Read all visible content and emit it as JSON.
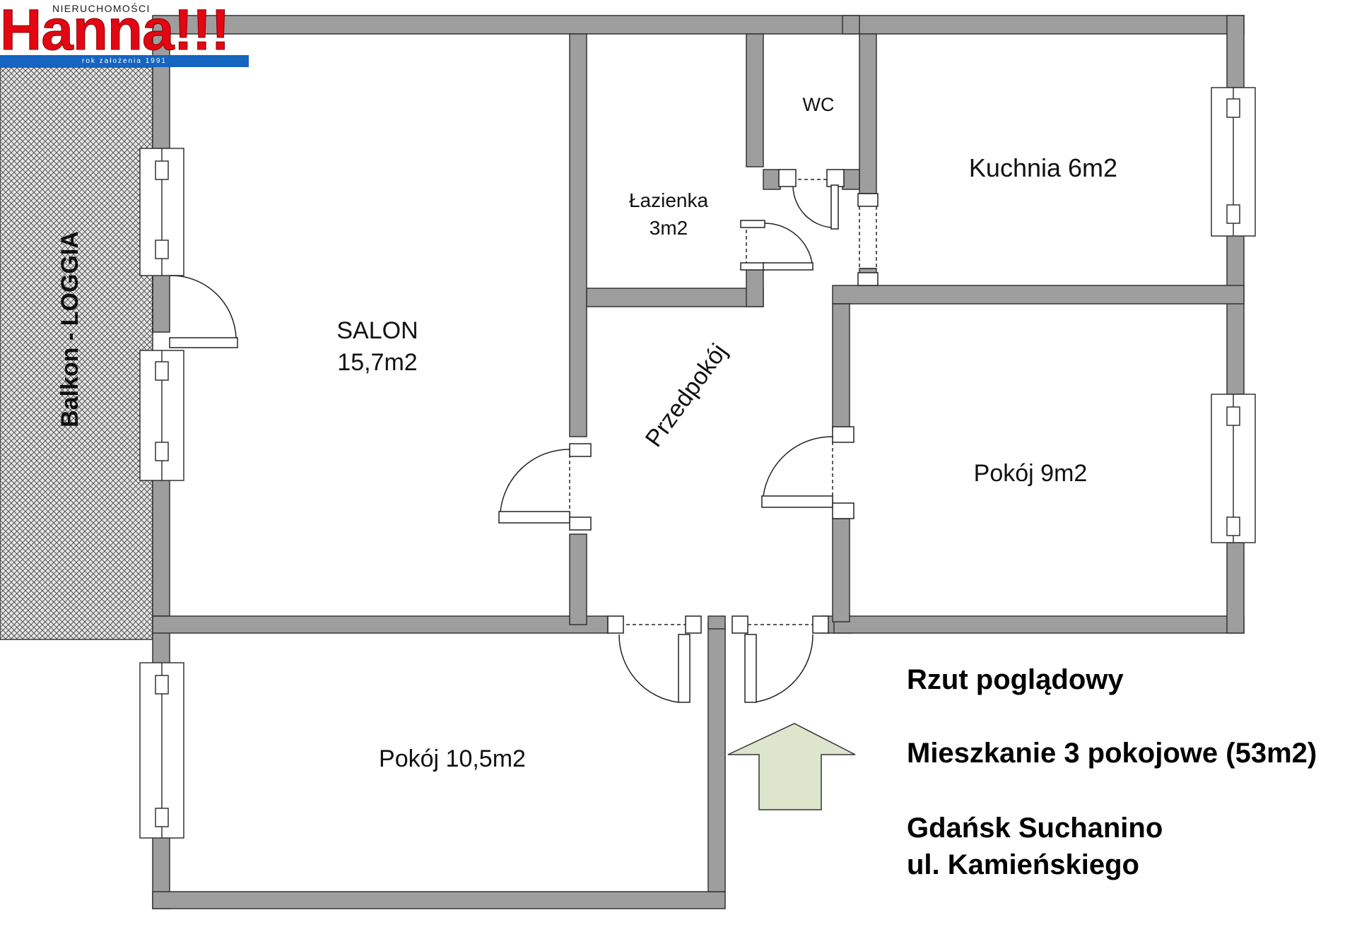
{
  "logo": {
    "top_text": "NIERUCHOMOŚCI",
    "brand": "Hanna!!!",
    "subtitle": "rok założenia 1991"
  },
  "rooms": {
    "wc": "WC",
    "lazienka_name": "Łazienka",
    "lazienka_area": "3m2",
    "kuchnia": "Kuchnia 6m2",
    "salon_name": "SALON",
    "salon_area": "15,7m2",
    "przedpokoj": "Przedpokój",
    "pokoj9": "Pokój 9m2",
    "pokoj105": "Pokój 10,5m2",
    "balkon": "Balkon - LOGGIA"
  },
  "info": {
    "line1": "Rzut poglądowy",
    "line2": "Mieszkanie 3 pokojowe (53m2)",
    "line3": "Gdańsk Suchanino",
    "line4": "ul. Kamieńskiego"
  },
  "colors": {
    "wall": "#9e9e9e",
    "wall_edge": "#333333",
    "arrow_fill": "#dde5cc",
    "logo_red": "#e30613",
    "logo_blue": "#1565c0"
  }
}
